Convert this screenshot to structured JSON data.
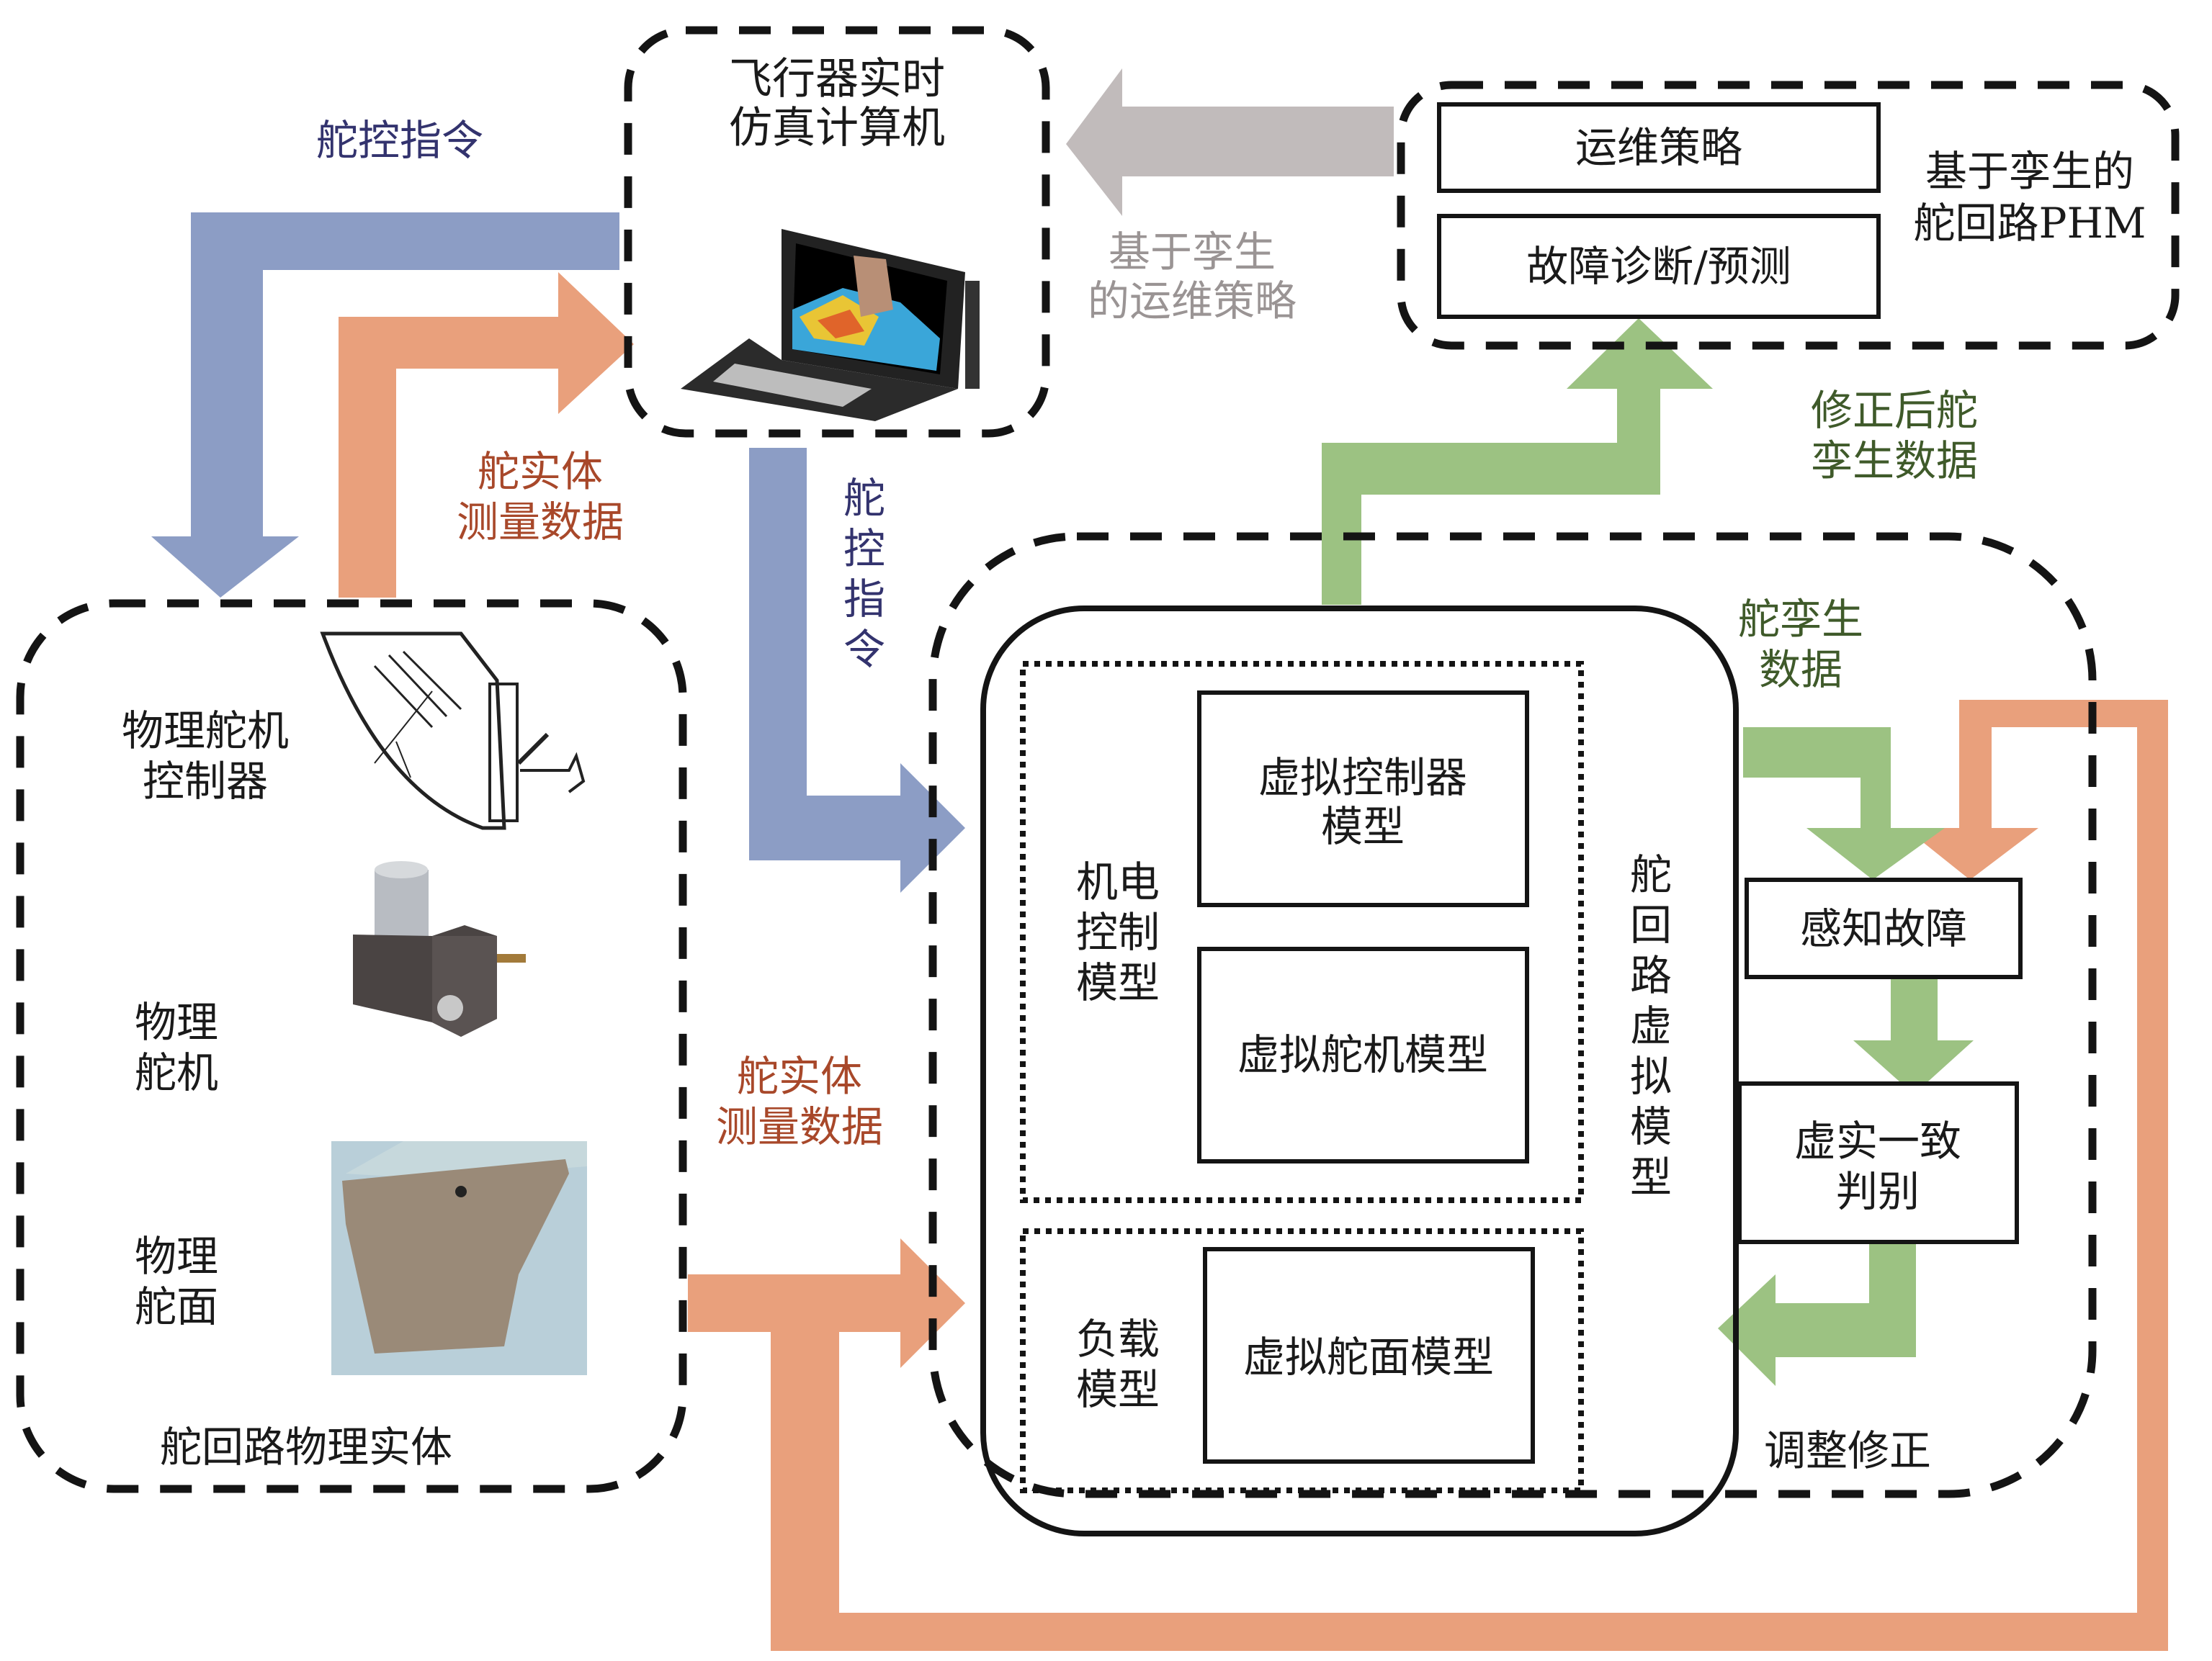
{
  "colors": {
    "command_arrow": "#8c9dc5",
    "measurement_arrow": "#e9a07c",
    "twin_arrow": "#9cc282",
    "strategy_arrow": "#c1bbbb",
    "text_blue": "#33336e",
    "text_orange": "#a8482a",
    "text_gray": "#9a9494",
    "text_green": "#3f5a2a"
  },
  "simulator": {
    "title_line1": "飞行器实时",
    "title_line2": "仿真计算机",
    "image": "rugged-portable-computer"
  },
  "phm": {
    "title_line1": "基于孪生的",
    "title_line2": "舵回路PHM",
    "boxes": [
      "运维策略",
      "故障诊断/预测"
    ]
  },
  "physical": {
    "title": "舵回路物理实体",
    "items": [
      {
        "label_line1": "物理舵机",
        "label_line2": "控制器",
        "image": "controller-drawing"
      },
      {
        "label_line1": "物理",
        "label_line2": "舵机",
        "image": "actuator-render"
      },
      {
        "label_line1": "物理",
        "label_line2": "舵面",
        "image": "rudder-photo"
      }
    ]
  },
  "virtual": {
    "side_label": [
      "舵",
      "回",
      "路",
      "虚",
      "拟",
      "模",
      "型"
    ],
    "electromech_group": {
      "label": [
        "机电",
        "控制",
        "模型"
      ],
      "boxes": [
        {
          "line1": "虚拟控制器",
          "line2": "模型"
        },
        {
          "line1": "虚拟舵机模型",
          "line2": ""
        }
      ]
    },
    "load_group": {
      "label": [
        "负载",
        "模型"
      ],
      "boxes": [
        {
          "line1": "虚拟舵面模型",
          "line2": ""
        }
      ]
    }
  },
  "flow": {
    "perceive_fault": "感知故障",
    "consistency_line1": "虚实一致",
    "consistency_line2": "判别",
    "adjust": "调整修正"
  },
  "arrow_labels": {
    "command_top": "舵控指令",
    "measurement_top_line1": "舵实体",
    "measurement_top_line2": "测量数据",
    "command_vertical": [
      "舵",
      "控",
      "指",
      "令"
    ],
    "measurement_mid_line1": "舵实体",
    "measurement_mid_line2": "测量数据",
    "strategy_line1": "基于孪生",
    "strategy_line2": "的运维策略",
    "corrected_line1": "修正后舵",
    "corrected_line2": "孪生数据",
    "twin_data_line1": "舵孪生",
    "twin_data_line2": "数据"
  }
}
